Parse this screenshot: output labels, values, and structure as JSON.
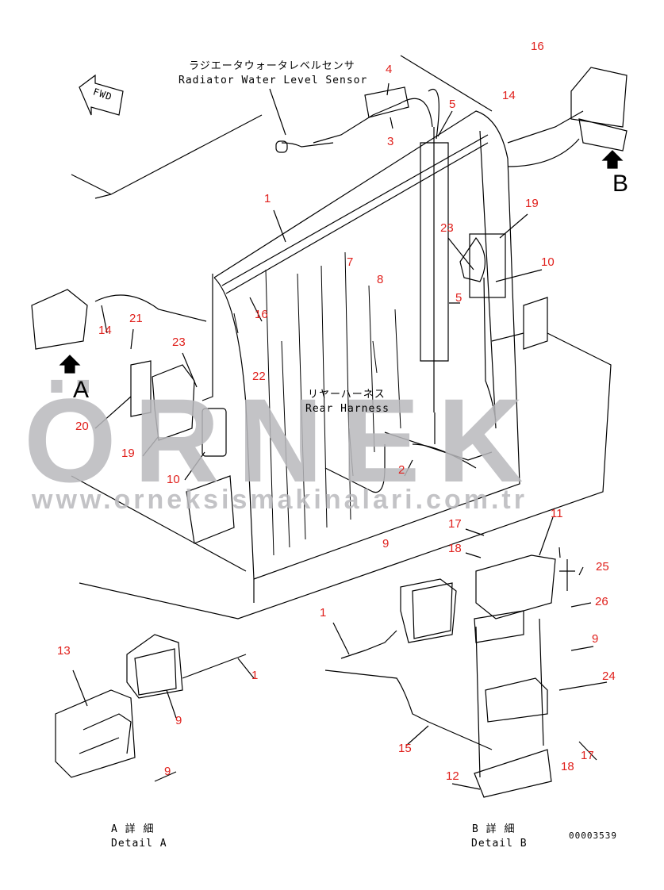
{
  "labels": {
    "sensor_jp": "ラジエータウォータレベルセンサ",
    "sensor_en": "Radiator Water Level Sensor",
    "harness_jp": "リヤーハーネス",
    "harness_en": "Rear Harness",
    "fwd": "FWD",
    "view_a": "A",
    "view_b": "B",
    "detail_a_jp": "A 詳 細",
    "detail_a_en": "Detail A",
    "detail_b_jp": "B 詳 細",
    "detail_b_en": "Detail B",
    "drawing_no": "00003539"
  },
  "watermark": {
    "brand": "ÖRNEK",
    "url": "www.orneksismakinalari.com.tr"
  },
  "callouts": [
    "16",
    "4",
    "14",
    "5",
    "3",
    "1",
    "19",
    "23",
    "7",
    "10",
    "8",
    "5",
    "14",
    "21",
    "16",
    "23",
    "22",
    "20",
    "19",
    "10",
    "2",
    "11",
    "17",
    "18",
    "9",
    "25",
    "26",
    "1",
    "9",
    "13",
    "1",
    "24",
    "9",
    "15",
    "17",
    "18",
    "9",
    "12"
  ],
  "colors": {
    "callout": "#e0201c",
    "line": "#000000",
    "watermark": "#b9b9bd"
  }
}
